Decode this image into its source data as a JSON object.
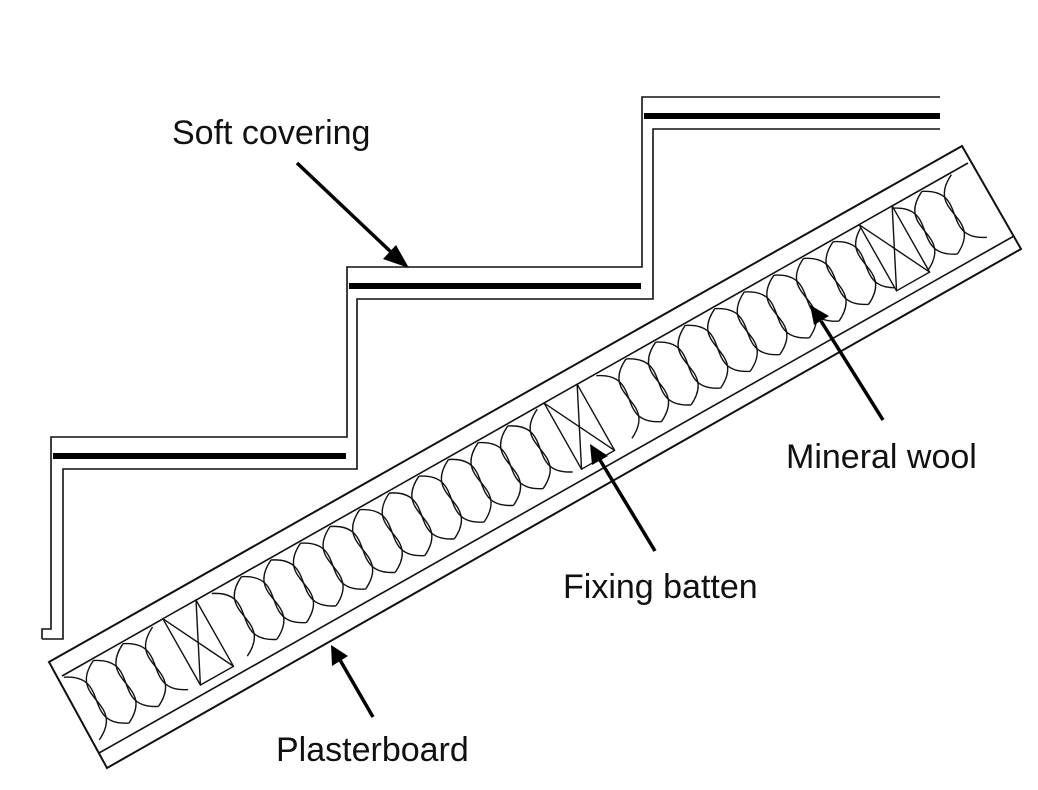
{
  "labels": {
    "soft_covering": "Soft covering",
    "mineral_wool": "Mineral wool",
    "fixing_batten": "Fixing batten",
    "plasterboard": "Plasterboard"
  }
}
